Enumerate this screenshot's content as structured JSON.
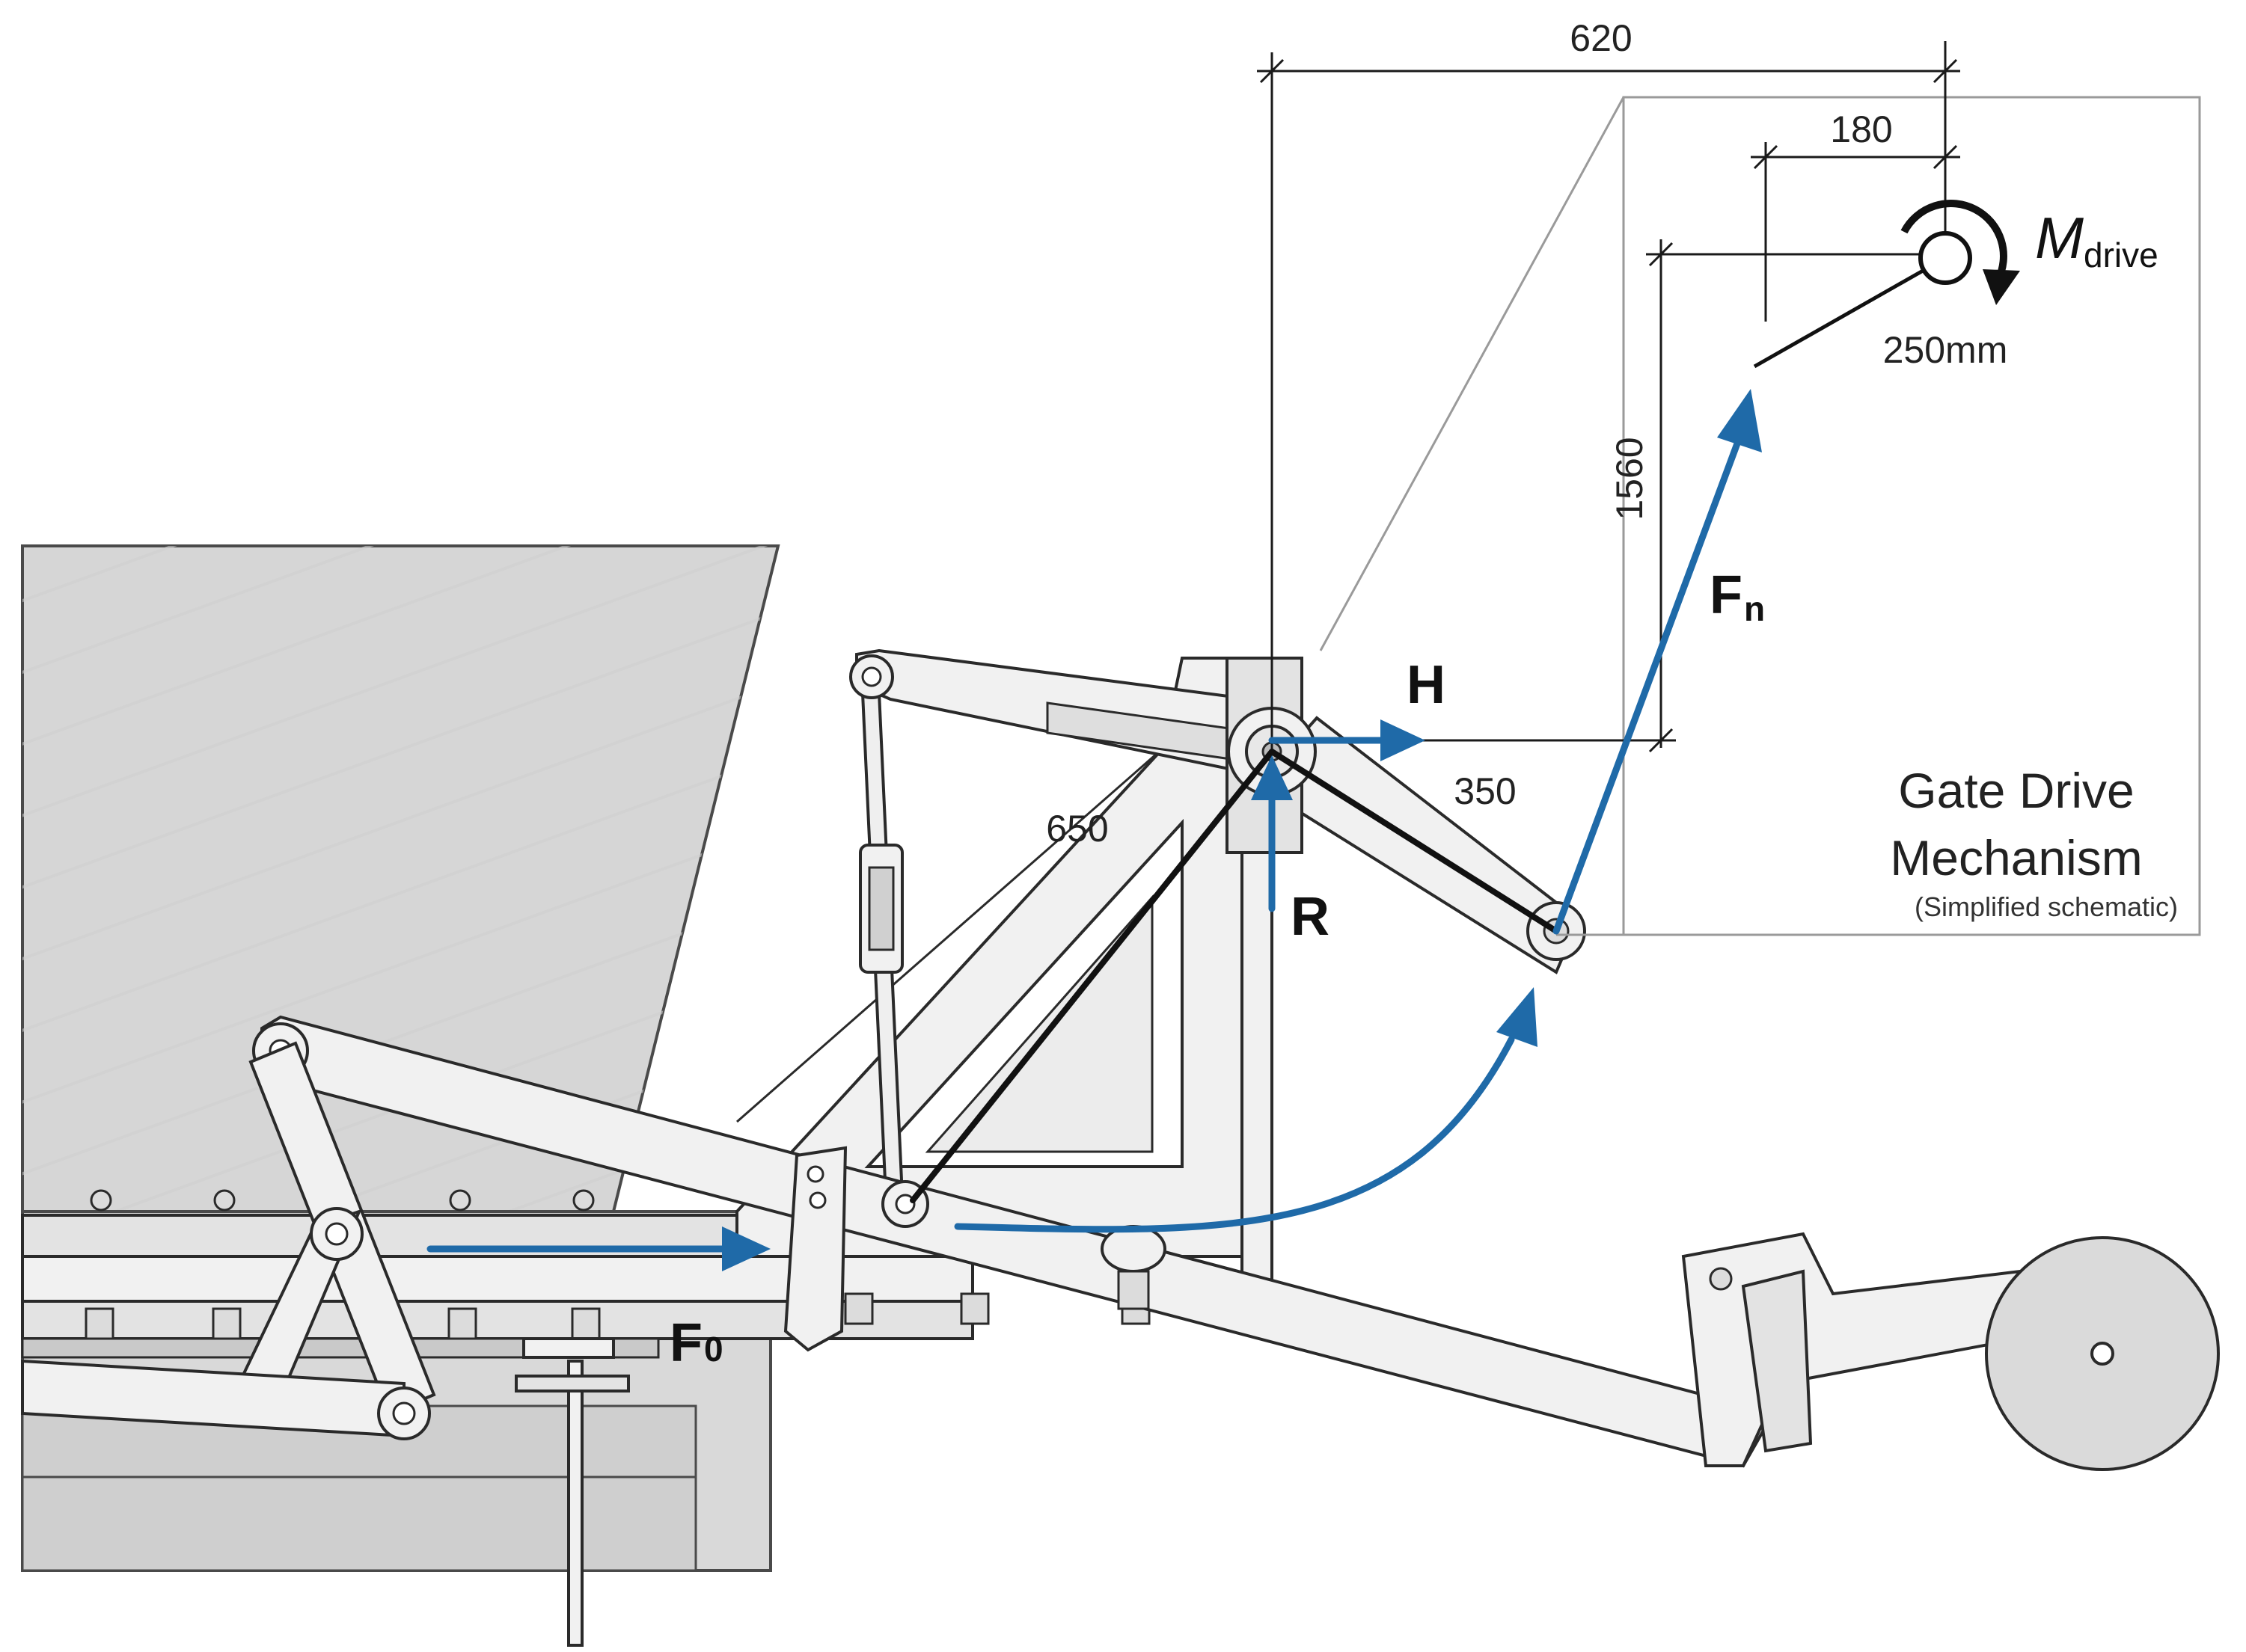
{
  "dimensions": {
    "top_width": "620",
    "crank_offset": "180",
    "vertical_height": "1560",
    "lever_horizontal": "350",
    "link_length": "650",
    "crank_radius": "250mm"
  },
  "forces": {
    "F0": {
      "symbol": "F",
      "subscript": "0"
    },
    "Fn": {
      "symbol": "F",
      "subscript": "n"
    },
    "H": {
      "symbol": "H"
    },
    "R": {
      "symbol": "R"
    },
    "M": {
      "symbol": "M",
      "subscript": "drive"
    }
  },
  "panel": {
    "title_line1": "Gate Drive",
    "title_line2": "Mechanism",
    "subtitle": "(Simplified schematic)"
  },
  "colors": {
    "force_arrow": "#1f6aa8",
    "line": "#111111",
    "part_fill": "#f1f1f1",
    "hopper_fill": "#d6d6d6"
  }
}
